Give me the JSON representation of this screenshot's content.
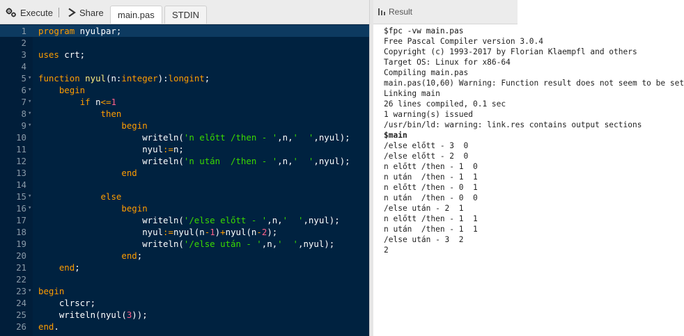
{
  "toolbar": {
    "execute_label": "Execute",
    "separator": "|",
    "share_label": "Share",
    "tabs": [
      {
        "label": "main.pas",
        "active": true
      },
      {
        "label": "STDIN",
        "active": false
      }
    ]
  },
  "icons": {
    "execute": "gears-icon",
    "share": "share-chevron-icon",
    "result": "bar-chart-icon"
  },
  "colors": {
    "editor_bg": "#002240",
    "keyword": "#ff9d00",
    "function": "#ffee80",
    "string": "#3ad900",
    "number": "#ff628c",
    "active_line": "#0d3a60"
  },
  "editor": {
    "active_line": 1,
    "lines": [
      {
        "n": "1",
        "fold": false,
        "tokens": [
          [
            "kw",
            "program"
          ],
          [
            "p",
            " nyulpar;"
          ]
        ]
      },
      {
        "n": "2",
        "fold": false,
        "tokens": []
      },
      {
        "n": "3",
        "fold": false,
        "tokens": [
          [
            "kw",
            "uses"
          ],
          [
            "p",
            " crt;"
          ]
        ]
      },
      {
        "n": "4",
        "fold": false,
        "tokens": []
      },
      {
        "n": "5",
        "fold": true,
        "tokens": [
          [
            "kw",
            "function"
          ],
          [
            "p",
            " "
          ],
          [
            "fn",
            "nyul"
          ],
          [
            "p",
            "(n:"
          ],
          [
            "kw",
            "integer"
          ],
          [
            "p",
            "):"
          ],
          [
            "kw",
            "longint"
          ],
          [
            "p",
            ";"
          ]
        ]
      },
      {
        "n": "6",
        "fold": true,
        "tokens": [
          [
            "p",
            "    "
          ],
          [
            "kw",
            "begin"
          ]
        ]
      },
      {
        "n": "7",
        "fold": true,
        "tokens": [
          [
            "p",
            "        "
          ],
          [
            "kw",
            "if"
          ],
          [
            "p",
            " n"
          ],
          [
            "op",
            "<="
          ],
          [
            "num",
            "1"
          ]
        ]
      },
      {
        "n": "8",
        "fold": true,
        "tokens": [
          [
            "p",
            "            "
          ],
          [
            "kw",
            "then"
          ]
        ]
      },
      {
        "n": "9",
        "fold": true,
        "tokens": [
          [
            "p",
            "                "
          ],
          [
            "kw",
            "begin"
          ]
        ]
      },
      {
        "n": "10",
        "fold": false,
        "tokens": [
          [
            "p",
            "                    writeln("
          ],
          [
            "str",
            "'n előtt /then - '"
          ],
          [
            "p",
            ",n,"
          ],
          [
            "str",
            "'  '"
          ],
          [
            "p",
            ",nyul);"
          ]
        ]
      },
      {
        "n": "11",
        "fold": false,
        "tokens": [
          [
            "p",
            "                    nyul"
          ],
          [
            "op",
            ":="
          ],
          [
            "p",
            "n;"
          ]
        ]
      },
      {
        "n": "12",
        "fold": false,
        "tokens": [
          [
            "p",
            "                    writeln("
          ],
          [
            "str",
            "'n után  /then - '"
          ],
          [
            "p",
            ",n,"
          ],
          [
            "str",
            "'  '"
          ],
          [
            "p",
            ",nyul);"
          ]
        ]
      },
      {
        "n": "13",
        "fold": false,
        "tokens": [
          [
            "p",
            "                "
          ],
          [
            "kw",
            "end"
          ]
        ]
      },
      {
        "n": "14",
        "fold": false,
        "tokens": []
      },
      {
        "n": "15",
        "fold": true,
        "tokens": [
          [
            "p",
            "            "
          ],
          [
            "kw",
            "else"
          ]
        ]
      },
      {
        "n": "16",
        "fold": true,
        "tokens": [
          [
            "p",
            "                "
          ],
          [
            "kw",
            "begin"
          ]
        ]
      },
      {
        "n": "17",
        "fold": false,
        "tokens": [
          [
            "p",
            "                    writeln("
          ],
          [
            "str",
            "'/else előtt - '"
          ],
          [
            "p",
            ",n,"
          ],
          [
            "str",
            "'  '"
          ],
          [
            "p",
            ",nyul);"
          ]
        ]
      },
      {
        "n": "18",
        "fold": false,
        "tokens": [
          [
            "p",
            "                    nyul"
          ],
          [
            "op",
            ":="
          ],
          [
            "p",
            "nyul(n"
          ],
          [
            "op",
            "-"
          ],
          [
            "num",
            "1"
          ],
          [
            "p",
            ")"
          ],
          [
            "op",
            "+"
          ],
          [
            "p",
            "nyul(n"
          ],
          [
            "op",
            "-"
          ],
          [
            "num",
            "2"
          ],
          [
            "p",
            ");"
          ]
        ]
      },
      {
        "n": "19",
        "fold": false,
        "tokens": [
          [
            "p",
            "                    writeln("
          ],
          [
            "str",
            "'/else után - '"
          ],
          [
            "p",
            ",n,"
          ],
          [
            "str",
            "'  '"
          ],
          [
            "p",
            ",nyul);"
          ]
        ]
      },
      {
        "n": "20",
        "fold": false,
        "tokens": [
          [
            "p",
            "                "
          ],
          [
            "kw",
            "end"
          ],
          [
            "p",
            ";"
          ]
        ]
      },
      {
        "n": "21",
        "fold": false,
        "tokens": [
          [
            "p",
            "    "
          ],
          [
            "kw",
            "end"
          ],
          [
            "p",
            ";"
          ]
        ]
      },
      {
        "n": "22",
        "fold": false,
        "tokens": []
      },
      {
        "n": "23",
        "fold": true,
        "tokens": [
          [
            "kw",
            "begin"
          ]
        ]
      },
      {
        "n": "24",
        "fold": false,
        "tokens": [
          [
            "p",
            "    clrscr;"
          ]
        ]
      },
      {
        "n": "25",
        "fold": false,
        "tokens": [
          [
            "p",
            "    writeln(nyul("
          ],
          [
            "num",
            "3"
          ],
          [
            "p",
            "));"
          ]
        ]
      },
      {
        "n": "26",
        "fold": false,
        "tokens": [
          [
            "kw",
            "end"
          ],
          [
            "p",
            "."
          ]
        ]
      }
    ]
  },
  "result": {
    "title": "Result",
    "lines": [
      {
        "text": "$fpc -vw main.pas",
        "bold": false,
        "cmd": true
      },
      {
        "text": "Free Pascal Compiler version 3.0.4",
        "bold": false
      },
      {
        "text": "Copyright (c) 1993-2017 by Florian Klaempfl and others",
        "bold": false
      },
      {
        "text": "Target OS: Linux for x86-64",
        "bold": false
      },
      {
        "text": "Compiling main.pas",
        "bold": false
      },
      {
        "text": "main.pas(10,60) Warning: Function result does not seem to be set",
        "bold": false
      },
      {
        "text": "Linking main",
        "bold": false
      },
      {
        "text": "26 lines compiled, 0.1 sec",
        "bold": false
      },
      {
        "text": "1 warning(s) issued",
        "bold": false
      },
      {
        "text": "/usr/bin/ld: warning: link.res contains output sections",
        "bold": false
      },
      {
        "text": "$main",
        "bold": true
      },
      {
        "text": "/else előtt - 3  0",
        "bold": false
      },
      {
        "text": "/else előtt - 2  0",
        "bold": false
      },
      {
        "text": "n előtt /then - 1  0",
        "bold": false
      },
      {
        "text": "n után  /then - 1  1",
        "bold": false
      },
      {
        "text": "n előtt /then - 0  1",
        "bold": false
      },
      {
        "text": "n után  /then - 0  0",
        "bold": false
      },
      {
        "text": "/else után - 2  1",
        "bold": false
      },
      {
        "text": "n előtt /then - 1  1",
        "bold": false
      },
      {
        "text": "n után  /then - 1  1",
        "bold": false
      },
      {
        "text": "/else után - 3  2",
        "bold": false
      },
      {
        "text": "2",
        "bold": false
      }
    ]
  }
}
